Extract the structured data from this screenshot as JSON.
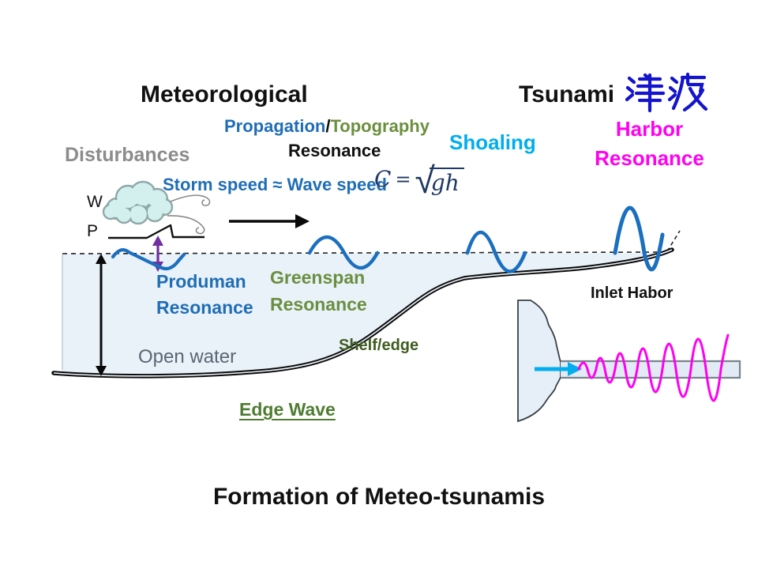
{
  "slide": {
    "titles": {
      "left": "Meteorological",
      "right": "Tsunami",
      "right_jp": "津波",
      "bottom": "Formation of Meteo-tsunamis"
    },
    "labels": {
      "propagation": "Propagation",
      "slash": "/",
      "topography": "Topography",
      "resonance": "Resonance",
      "shoaling": "Shoaling",
      "harbor_line1": "Harbor",
      "harbor_line2": "Resonance",
      "disturbances": "Disturbances",
      "storm_speed": "Storm speed ≈ Wave speed",
      "w": "W",
      "p": "P",
      "produman_line1": "Produman",
      "produman_line2": "Resonance",
      "greenspan_line1": "Greenspan",
      "greenspan_line2": "Resonance",
      "open_water": "Open water",
      "shelf_edge": "Shelf/edge",
      "edge_wave": "Edge Wave",
      "inlet_harbor": "Inlet Habor"
    },
    "formula": {
      "lhs": "C",
      "eq": "=",
      "radical": "√",
      "radicand": "gh"
    },
    "colors": {
      "blue_text": "#1F6EB5",
      "green_text": "#6A8F3F",
      "dark_green_text": "#3E5C1F",
      "edge_wave_green": "#4E7C31",
      "cyan": "#00AEEF",
      "magenta": "#FF00F0",
      "gray_text": "#8C8C8C",
      "slate_text": "#5A6672",
      "purple": "#7030A0",
      "wave_blue": "#1B6FBF",
      "water_fill": "#E9F1F9",
      "formula_navy": "#1F3864",
      "kanji_blue": "#1414CC"
    }
  }
}
